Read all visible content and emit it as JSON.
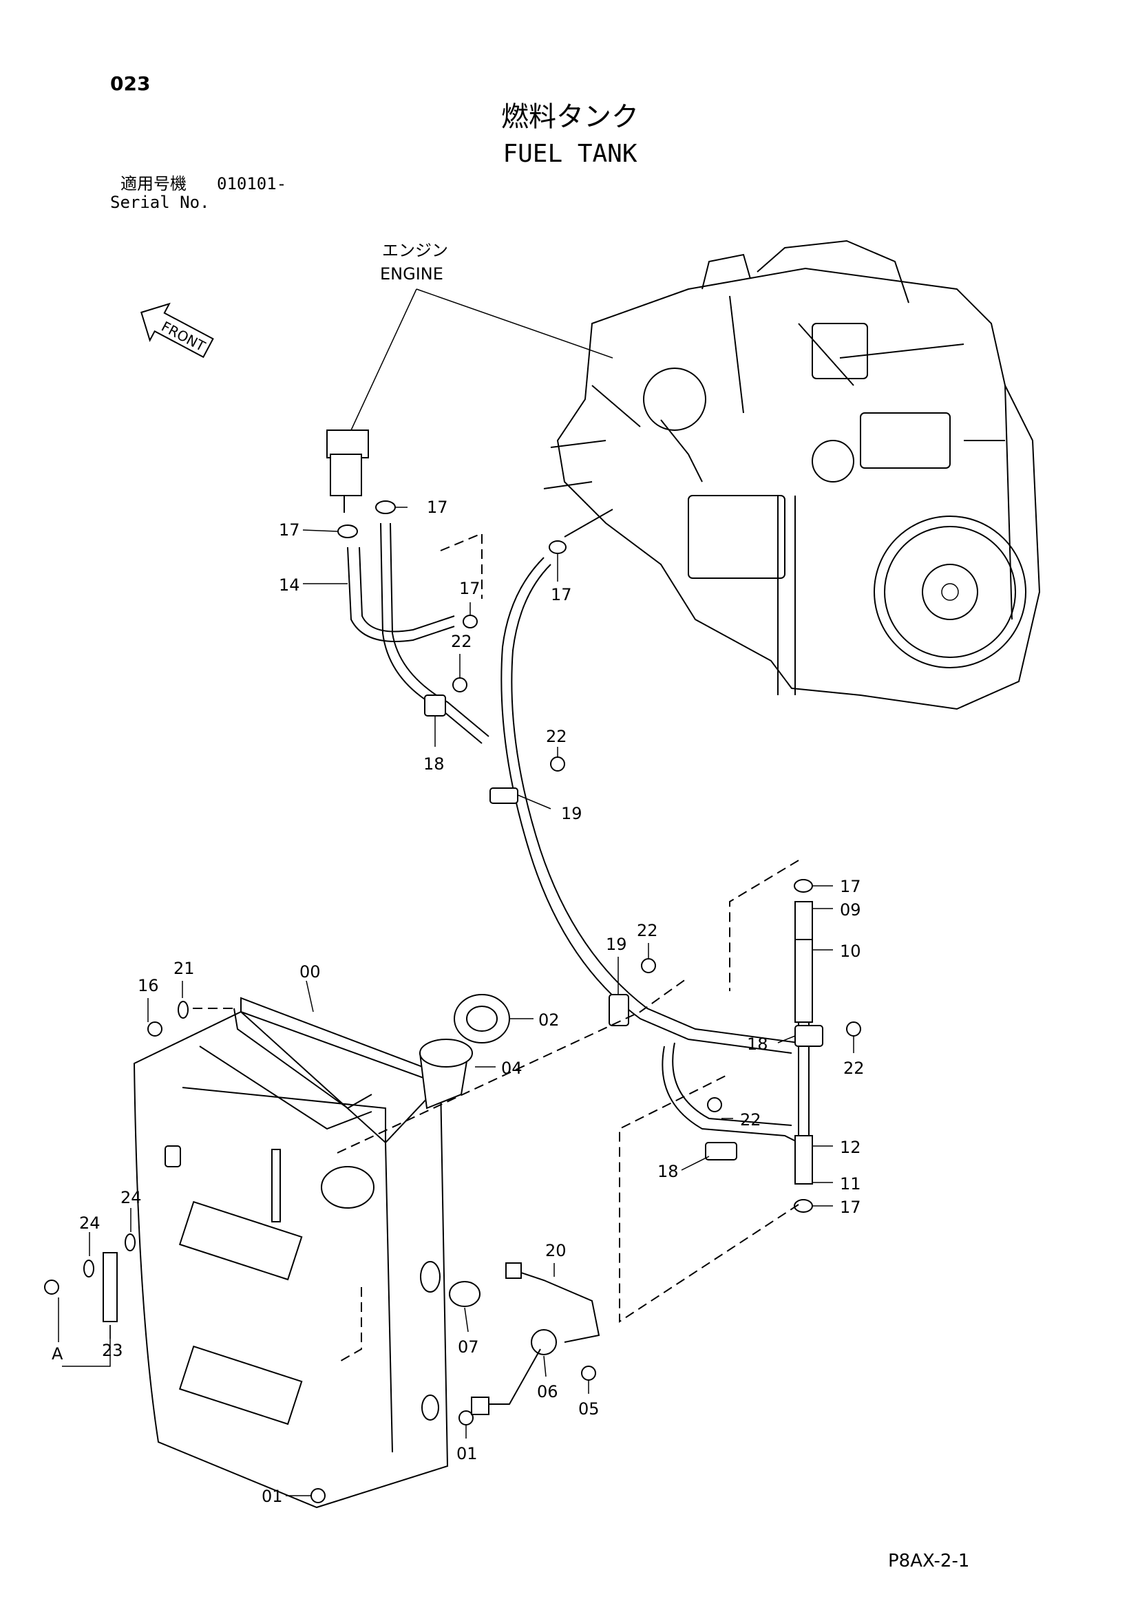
{
  "header": {
    "page_number": "023",
    "title_ja": "燃料タンク",
    "title_en": "FUEL TANK",
    "serial_ja": "適用号機",
    "serial_value": "010101-",
    "serial_en": "Serial No."
  },
  "callouts": {
    "engine_ja": "エンジン",
    "engine_en": "ENGINE",
    "front": "FRONT",
    "ref_a": "A"
  },
  "part_labels": [
    "00",
    "01",
    "01",
    "02",
    "04",
    "05",
    "06",
    "07",
    "09",
    "10",
    "11",
    "12",
    "14",
    "16",
    "17",
    "17",
    "17",
    "17",
    "17",
    "17",
    "18",
    "18",
    "18",
    "19",
    "19",
    "20",
    "21",
    "22",
    "22",
    "22",
    "22",
    "22",
    "23",
    "24",
    "24"
  ],
  "footer": {
    "code": "P8AX-2-1"
  }
}
